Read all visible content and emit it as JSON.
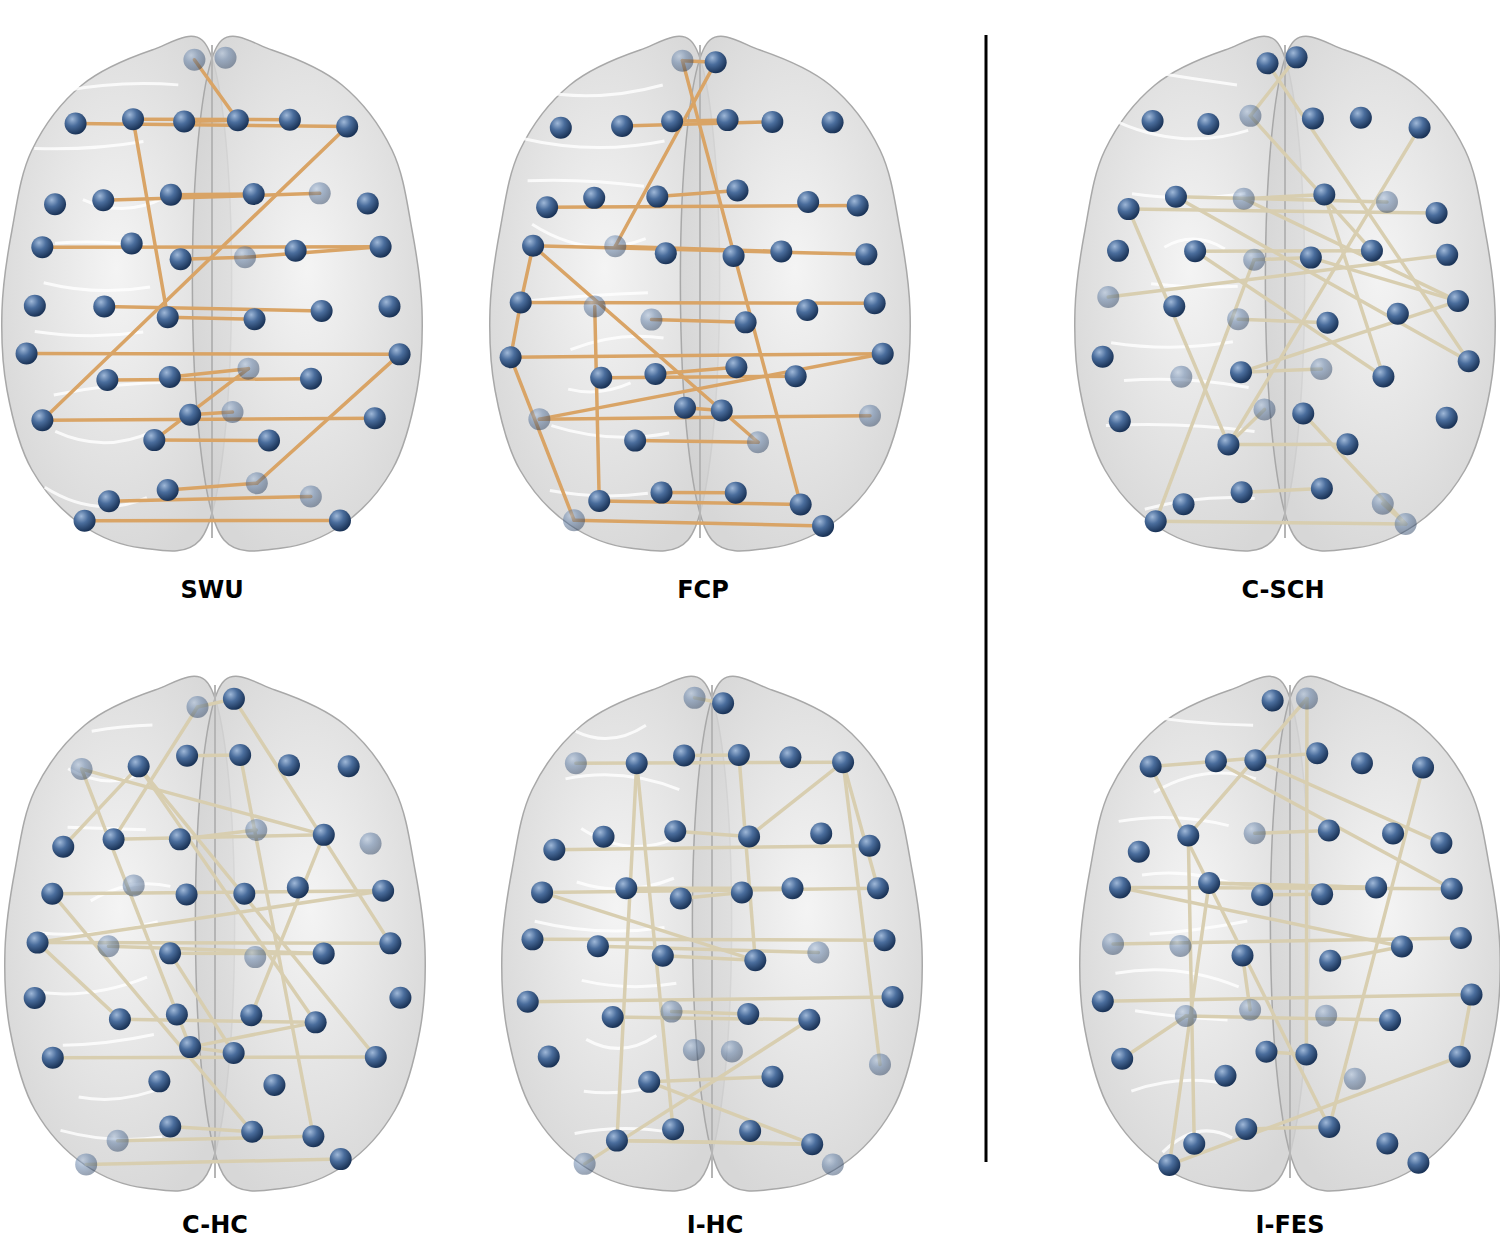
{
  "diagram": {
    "labels": [
      "SWU",
      "FCP",
      "C-SCH",
      "C-HC",
      "I-HC",
      "I-FES"
    ]
  }
}
